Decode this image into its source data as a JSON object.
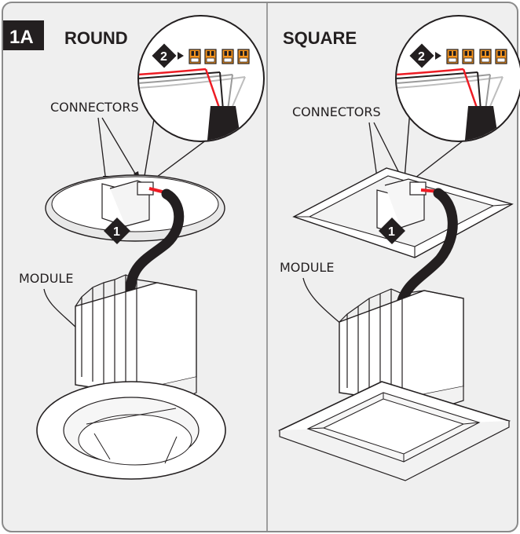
{
  "figure": {
    "badge": "1A",
    "colors": {
      "panel_bg": "#efefef",
      "border": "#8a8a8a",
      "ink": "#231f20",
      "connector_orange": "#f7941d",
      "wire_red": "#ed1c24",
      "badge_bg": "#231f20"
    }
  },
  "round_panel": {
    "title": "ROUND",
    "connectors_label": "CONNECTORS",
    "module_label": "MODULE",
    "step1": "1",
    "step2": "2"
  },
  "square_panel": {
    "title": "SQUARE",
    "connectors_label": "CONNECTORS",
    "module_label": "MODULE",
    "step1": "1",
    "step2": "2"
  }
}
